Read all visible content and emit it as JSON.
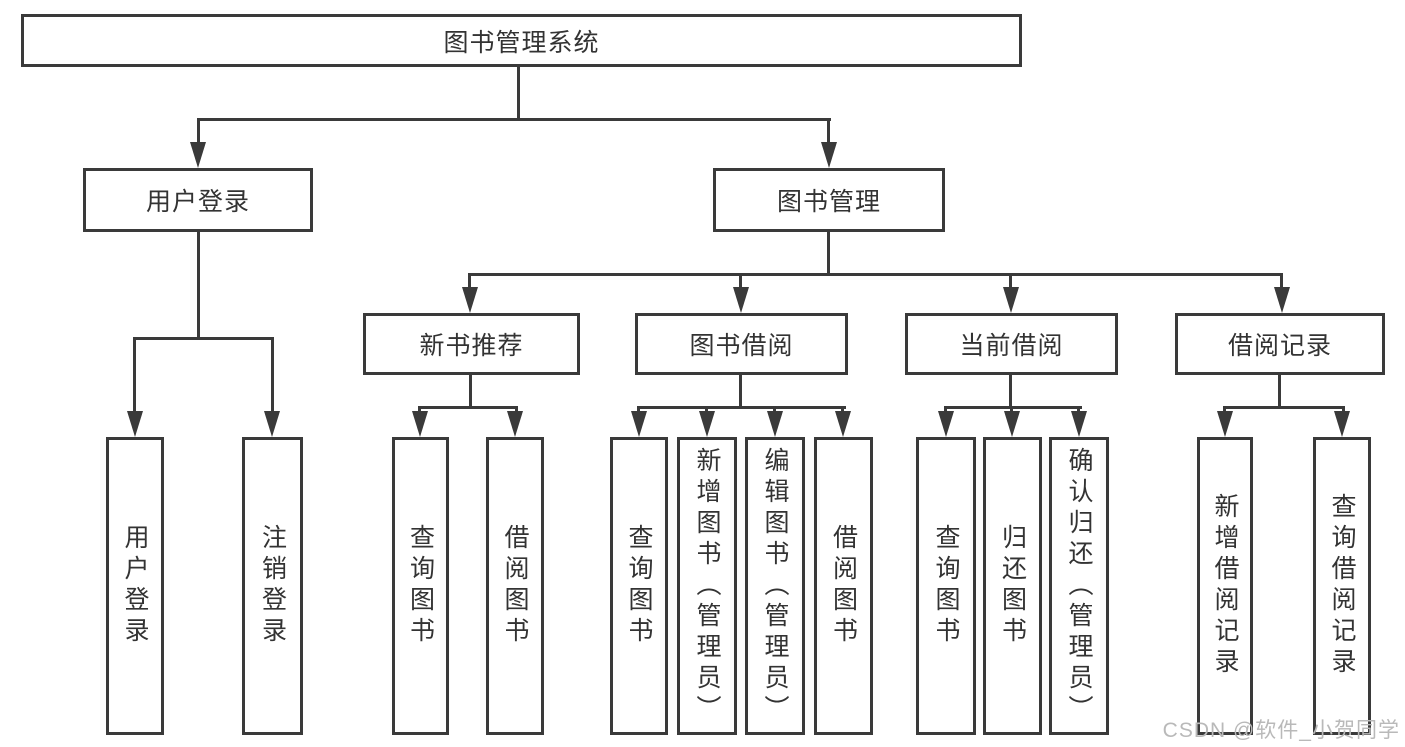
{
  "colors": {
    "line": "#3a3a3a",
    "text": "#333333",
    "background": "#ffffff",
    "watermark": "#b9b9b9"
  },
  "diagram": {
    "root": {
      "label": "图书管理系统"
    },
    "level2": [
      {
        "id": "user-login",
        "label": "用户登录"
      },
      {
        "id": "book-management",
        "label": "图书管理"
      }
    ],
    "level3": [
      {
        "id": "new-book-recommend",
        "label": "新书推荐"
      },
      {
        "id": "book-borrow",
        "label": "图书借阅"
      },
      {
        "id": "current-borrow",
        "label": "当前借阅"
      },
      {
        "id": "borrow-records",
        "label": "借阅记录"
      }
    ],
    "leaves": [
      {
        "id": "user-login-leaf",
        "parent": "user-login",
        "label": "用户登录"
      },
      {
        "id": "logout",
        "parent": "user-login",
        "label": "注销登录"
      },
      {
        "id": "query-books-recommend",
        "parent": "new-book-recommend",
        "label": "查询图书"
      },
      {
        "id": "borrow-books-recommend",
        "parent": "new-book-recommend",
        "label": "借阅图书"
      },
      {
        "id": "query-books-borrow",
        "parent": "book-borrow",
        "label": "查询图书"
      },
      {
        "id": "add-book-admin",
        "parent": "book-borrow",
        "label": "新增图书（管理员）"
      },
      {
        "id": "edit-book-admin",
        "parent": "book-borrow",
        "label": "编辑图书（管理员）"
      },
      {
        "id": "borrow-books-borrow",
        "parent": "book-borrow",
        "label": "借阅图书"
      },
      {
        "id": "query-books-current",
        "parent": "current-borrow",
        "label": "查询图书"
      },
      {
        "id": "return-book",
        "parent": "current-borrow",
        "label": "归还图书"
      },
      {
        "id": "confirm-return-admin",
        "parent": "current-borrow",
        "label": "确认归还（管理员）"
      },
      {
        "id": "add-borrow-record",
        "parent": "borrow-records",
        "label": "新增借阅记录"
      },
      {
        "id": "query-borrow-record",
        "parent": "borrow-records",
        "label": "查询借阅记录"
      }
    ]
  },
  "watermark": {
    "text": "CSDN @软件_小贺同学"
  }
}
